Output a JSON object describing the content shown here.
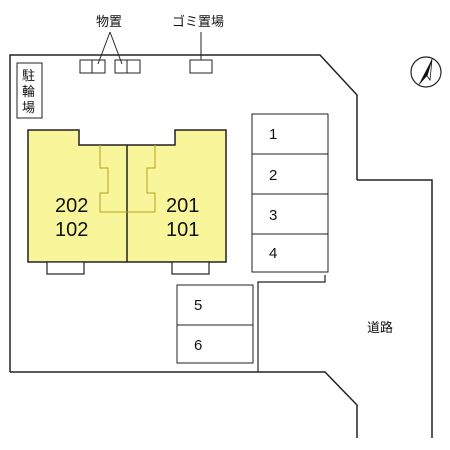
{
  "labels": {
    "storage": "物置",
    "garbage": "ゴミ置場",
    "bicycle_1": "駐",
    "bicycle_2": "輪",
    "bicycle_3": "場",
    "road": "道路"
  },
  "units": {
    "left_upper": "202",
    "left_lower": "102",
    "right_upper": "201",
    "right_lower": "101"
  },
  "parking": {
    "p1": "1",
    "p2": "2",
    "p3": "3",
    "p4": "4",
    "p5": "5",
    "p6": "6"
  },
  "colors": {
    "building_fill": "#f8f59a",
    "outline": "#222222"
  }
}
